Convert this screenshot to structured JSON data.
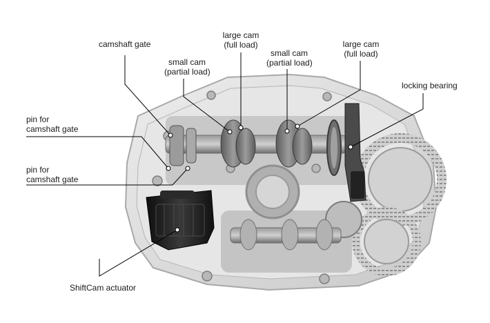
{
  "diagram": {
    "labels": {
      "camshaft_gate": [
        "camshaft gate"
      ],
      "small_cam_left": [
        "small cam",
        "(partial load)"
      ],
      "large_cam_left": [
        "large cam",
        "(full load)"
      ],
      "small_cam_right": [
        "small cam",
        "(partial load)"
      ],
      "large_cam_right": [
        "large cam",
        "(full load)"
      ],
      "locking_bearing": [
        "locking bearing"
      ],
      "pin_gate_upper": [
        "pin for",
        "camshaft gate"
      ],
      "pin_gate_lower": [
        "pin for",
        "camshaft gate"
      ],
      "shiftcam_actuator": [
        "ShiftCam actuator"
      ]
    },
    "colors": {
      "housing": "#d9d9d9",
      "housing_edge": "#a8a8a8",
      "interior": "#bfbfbf",
      "metal": "#8a8a8a",
      "dark": "#1c1c1c",
      "leader": "#000000"
    }
  }
}
